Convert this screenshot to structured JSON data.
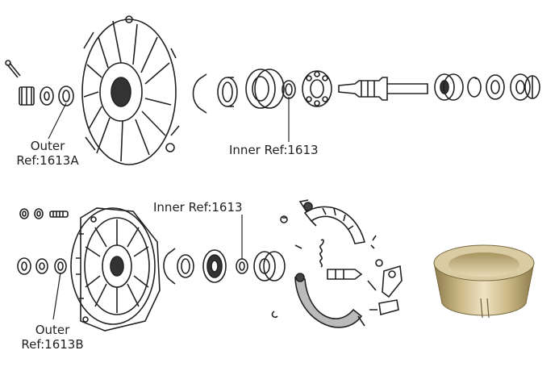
{
  "labels": {
    "top_outer": {
      "line1": "Outer",
      "line2": "Ref:1613A"
    },
    "top_inner": "Inner Ref:1613",
    "bottom_inner": "Inner Ref:1613",
    "bottom_outer": {
      "line1": "Outer",
      "line2": "Ref:1613B"
    }
  },
  "colors": {
    "ink": "#2a2a2a",
    "line": "#111111",
    "bushing_light": "#efe3c4",
    "bushing_mid": "#c9b684",
    "bushing_dark": "#8d7a4c"
  }
}
